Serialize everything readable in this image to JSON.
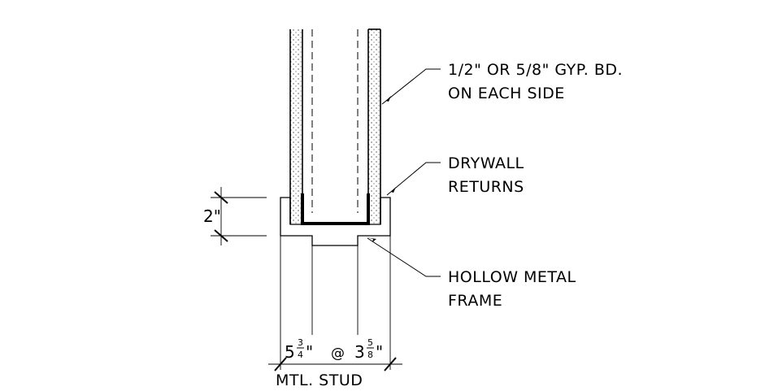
{
  "labels": {
    "gyp_line1": "1/2\" OR 5/8\" GYP. BD.",
    "gyp_line2": "ON EACH SIDE",
    "returns_line1": "DRYWALL",
    "returns_line2": "RETURNS",
    "frame_line1": "HOLLOW METAL",
    "frame_line2": "FRAME",
    "dim_height": "2\"",
    "stud_size_a_whole": "5",
    "stud_size_a_num": "3",
    "stud_size_a_den": "4",
    "stud_size_a_unit": "\"",
    "stud_size_sep": "@",
    "stud_size_b_whole": "3",
    "stud_size_b_num": "5",
    "stud_size_b_den": "8",
    "stud_size_b_unit": "\"",
    "stud_label": "MTL. STUD"
  }
}
